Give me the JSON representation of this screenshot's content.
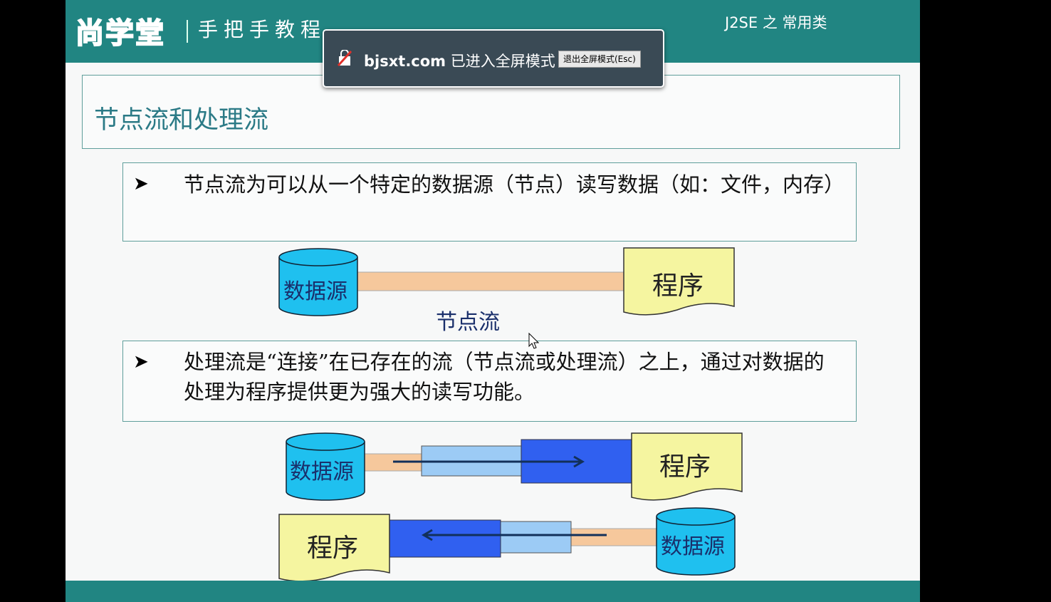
{
  "header": {
    "logo": "尚学堂",
    "tagline": "手把手教程",
    "course": "J2SE 之 常用类"
  },
  "slide": {
    "title": "节点流和处理流",
    "bullet1": "节点流为可以从一个特定的数据源（节点）读写数据（如：文件，内存）",
    "bullet2": "处理流是“连接”在已存在的流（节点流或处理流）之上，通过对数据的处理为程序提供更为强大的读写功能。",
    "diagram": {
      "source": "数据源",
      "program": "程序",
      "node_stream": "节点流"
    }
  },
  "fullscreen_notice": {
    "site": "bjsxt.com",
    "message": "已进入全屏模式",
    "exit_button": "退出全屏模式(Esc)"
  },
  "colors": {
    "teal": "#218582",
    "cyl": "#1fc0ef",
    "doc": "#f5f5a0",
    "pipe": "#f6c89c",
    "light": "#9ccbf5",
    "dark": "#3060f0"
  }
}
